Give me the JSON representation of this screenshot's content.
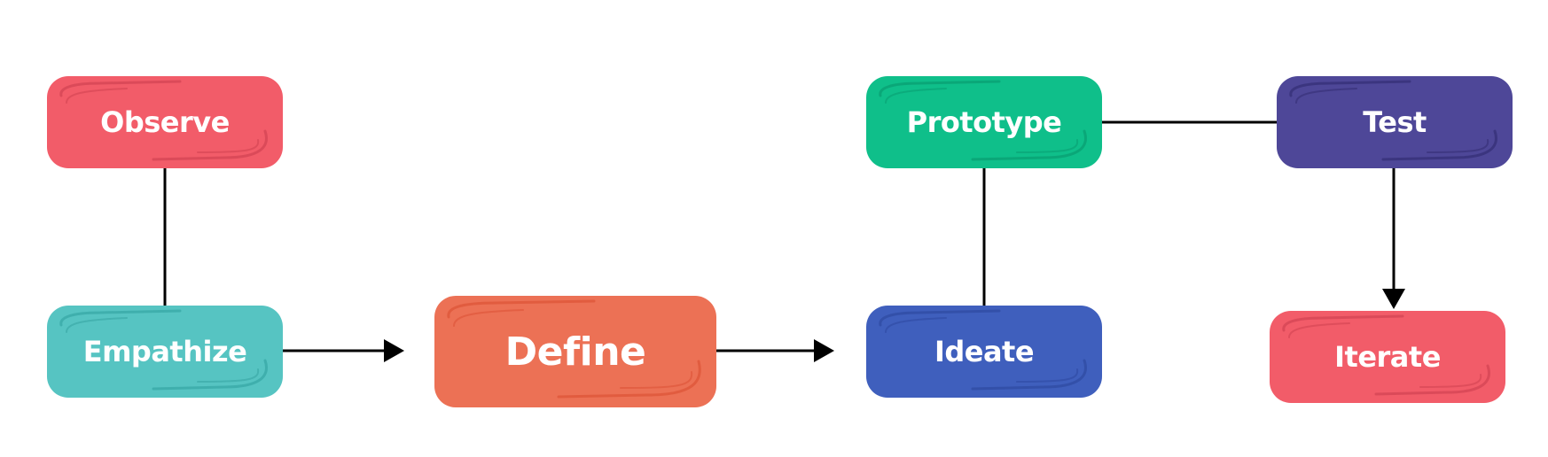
{
  "nodes": {
    "observe": {
      "label": "Observe",
      "color": "#F25C69"
    },
    "empathize": {
      "label": "Empathize",
      "color": "#56C4C2"
    },
    "define": {
      "label": "Define",
      "color": "#EC7155"
    },
    "prototype": {
      "label": "Prototype",
      "color": "#0FBF8A"
    },
    "ideate": {
      "label": "Ideate",
      "color": "#3F5FBD"
    },
    "test": {
      "label": "Test",
      "color": "#4E4798"
    },
    "iterate": {
      "label": "Iterate",
      "color": "#F25C69"
    }
  },
  "edges": [
    {
      "from": "observe",
      "to": "empathize",
      "arrow": false
    },
    {
      "from": "empathize",
      "to": "define",
      "arrow": true
    },
    {
      "from": "define",
      "to": "ideate",
      "arrow": true
    },
    {
      "from": "ideate",
      "to": "prototype",
      "arrow": false
    },
    {
      "from": "prototype",
      "to": "test",
      "arrow": false
    },
    {
      "from": "test",
      "to": "iterate",
      "arrow": true
    }
  ],
  "line_color": "#000000"
}
